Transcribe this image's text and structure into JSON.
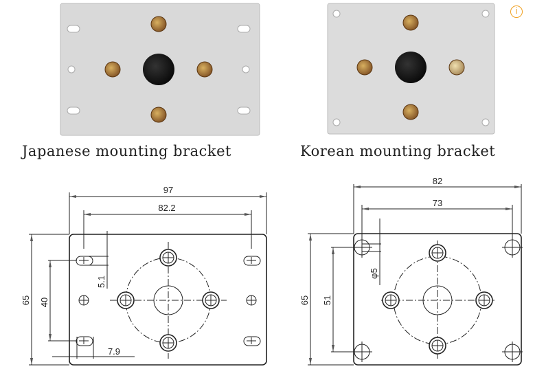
{
  "photos": {
    "japanese_caption": "Japanese mounting bracket",
    "korean_caption": "Korean mounting bracket"
  },
  "info_icon": {
    "glyph": "i",
    "color": "#f0a020"
  },
  "japanese_drawing": {
    "overall_width": "97",
    "hole_spacing_width": "82.2",
    "overall_height": "65",
    "hole_spacing_height": "40",
    "slot_height": "5.1",
    "slot_width": "7.9"
  },
  "korean_drawing": {
    "overall_width": "82",
    "hole_spacing_width": "73",
    "overall_height": "65",
    "hole_spacing_height": "51",
    "hole_diameter": "φ5"
  }
}
